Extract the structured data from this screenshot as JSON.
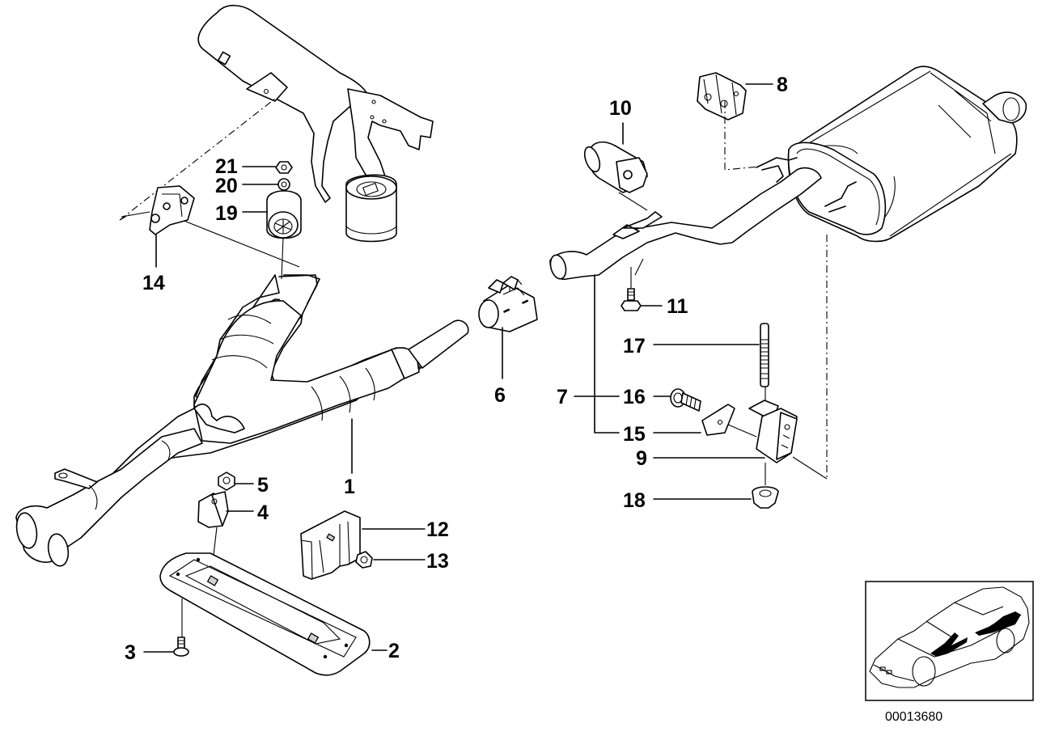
{
  "diagram": {
    "title": "Exhaust system parts diagram",
    "diagram_code": "00013680",
    "callouts": [
      {
        "number": "1",
        "part": "front-pipe-catalytic-converter"
      },
      {
        "number": "2",
        "part": "heat-shield-plate"
      },
      {
        "number": "3",
        "part": "bolt"
      },
      {
        "number": "4",
        "part": "rubber-mount"
      },
      {
        "number": "5",
        "part": "nut"
      },
      {
        "number": "6",
        "part": "pipe-clamp"
      },
      {
        "number": "7",
        "part": "rear-muffler-mounting-set"
      },
      {
        "number": "8",
        "part": "muffler-bracket"
      },
      {
        "number": "9",
        "part": "rubber-mount"
      },
      {
        "number": "10",
        "part": "rubber-bushing-mount"
      },
      {
        "number": "11",
        "part": "hex-bolt"
      },
      {
        "number": "12",
        "part": "bracket"
      },
      {
        "number": "13",
        "part": "nut"
      },
      {
        "number": "14",
        "part": "bracket"
      },
      {
        "number": "15",
        "part": "plate"
      },
      {
        "number": "16",
        "part": "bolt"
      },
      {
        "number": "17",
        "part": "stud"
      },
      {
        "number": "18",
        "part": "nut"
      },
      {
        "number": "19",
        "part": "rubber-mount"
      },
      {
        "number": "20",
        "part": "washer"
      },
      {
        "number": "21",
        "part": "nut"
      }
    ],
    "inset": {
      "description": "car-location-thumbnail"
    }
  }
}
